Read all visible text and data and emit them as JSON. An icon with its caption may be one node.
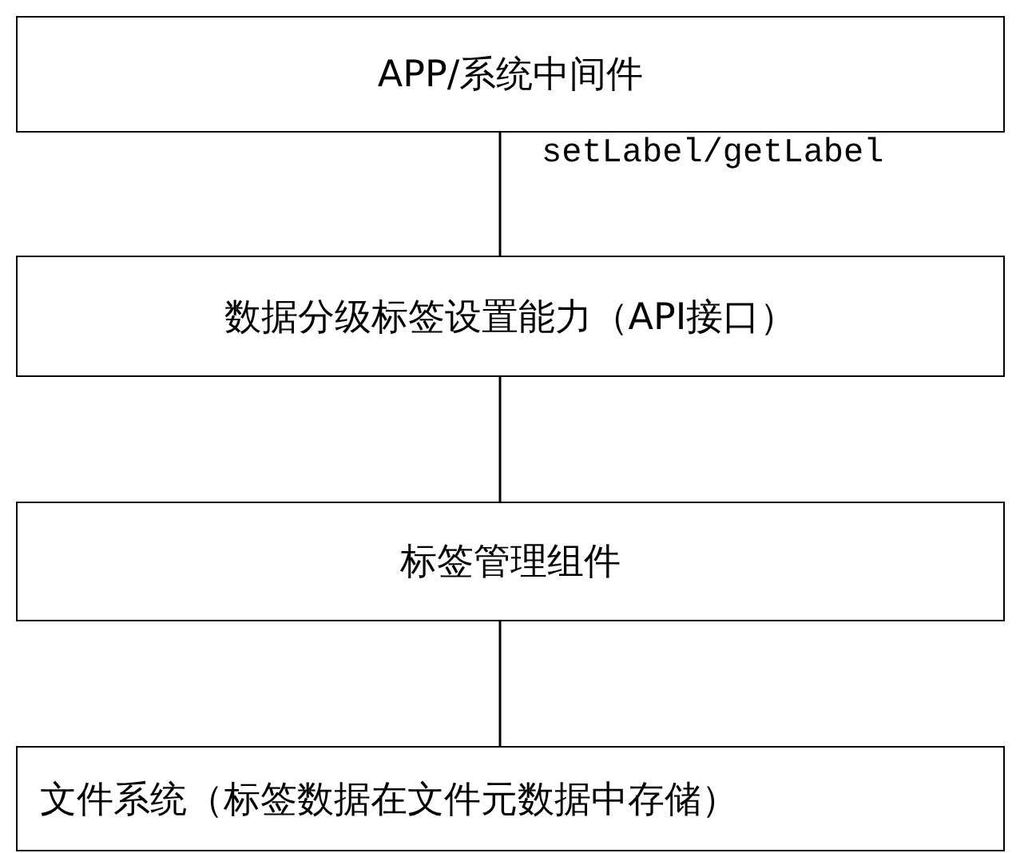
{
  "diagram": {
    "nodes": [
      {
        "text": [
          "APP/系统中间件"
        ]
      },
      {
        "text": [
          "数据分级标签设置能力（API接口）"
        ]
      },
      {
        "text": [
          "标签管理组件"
        ]
      },
      {
        "text": [
          "文件系统（标签数据在文件元数据中存储）"
        ]
      }
    ],
    "edges": [
      {
        "from": 0,
        "to": 1,
        "arrow": "none",
        "label": "setLabel/getLabel"
      },
      {
        "from": 1,
        "to": 2,
        "arrow": "none"
      },
      {
        "from": 2,
        "to": 3,
        "arrow": "none"
      }
    ]
  }
}
